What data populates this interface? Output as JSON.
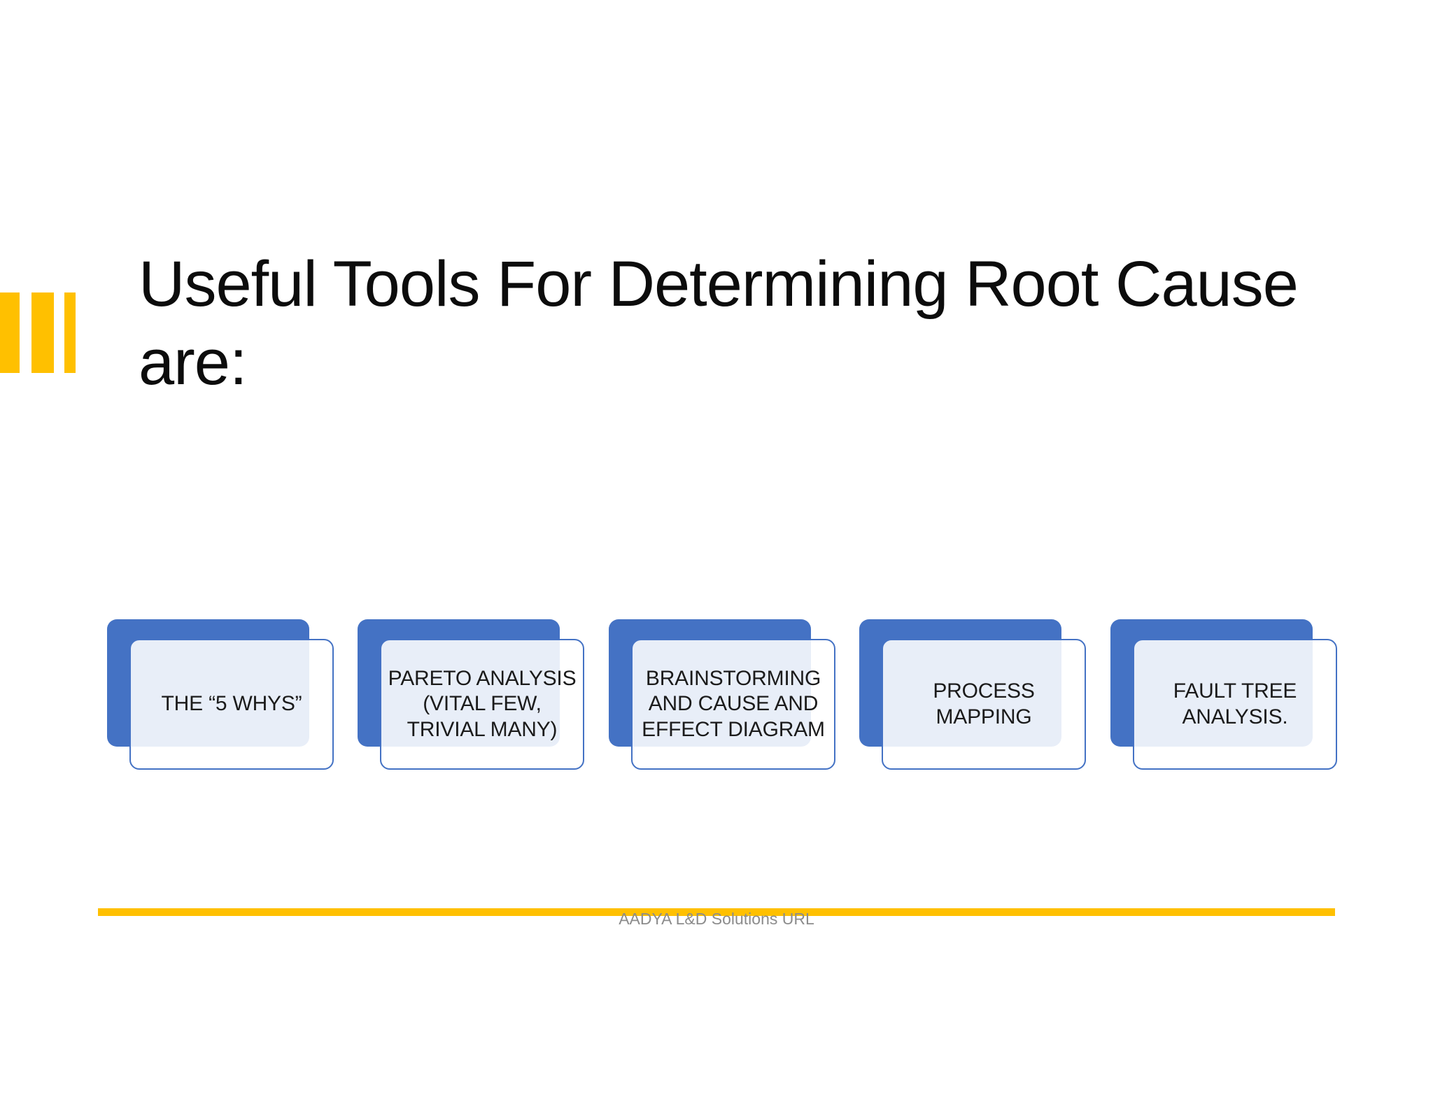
{
  "slide": {
    "title": "Useful Tools For Determining Root Cause\nare:",
    "cards": [
      {
        "label": "THE “5 WHYS”"
      },
      {
        "label": "PARETO ANALYSIS\n(VITAL FEW,\nTRIVIAL MANY)"
      },
      {
        "label": "BRAINSTORMING\nAND CAUSE AND\nEFFECT DIAGRAM"
      },
      {
        "label": "PROCESS\nMAPPING"
      },
      {
        "label": "FAULT TREE\nANALYSIS."
      }
    ],
    "footer": {
      "text": "AADYA L&D Solutions URL"
    },
    "colors": {
      "accent_blue": "#4472C4",
      "card_tint": "#E8EEF8",
      "accent_gold": "#FFC000",
      "title_text": "#0c0c0c",
      "card_text": "#1b1b1b",
      "footer_text_gray": "#8C8C8C"
    }
  }
}
